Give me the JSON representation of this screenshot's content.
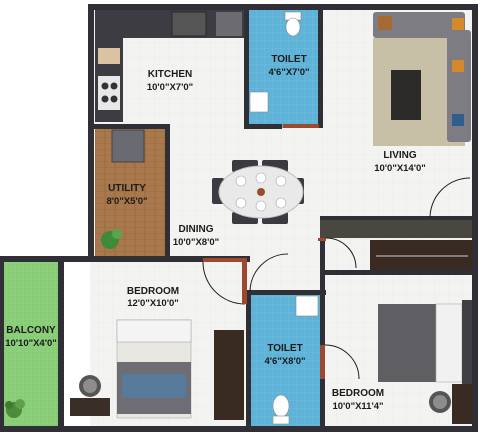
{
  "rooms": {
    "kitchen": {
      "name": "KITCHEN",
      "size": "10'0\"X7'0\""
    },
    "toilet_1": {
      "name": "TOILET",
      "size": "4'6\"X7'0\""
    },
    "living": {
      "name": "LIVING",
      "size": "10'0\"X14'0\""
    },
    "utility": {
      "name": "UTILITY",
      "size": "8'0\"X5'0\""
    },
    "dining": {
      "name": "DINING",
      "size": "10'0\"X8'0\""
    },
    "bedroom_1": {
      "name": "BEDROOM",
      "size": "12'0\"X10'0\""
    },
    "balcony": {
      "name": "BALCONY",
      "size": "10'10\"X4'0\""
    },
    "toilet_2": {
      "name": "TOILET",
      "size": "4'6\"X8'0\""
    },
    "bedroom_2": {
      "name": "BEDROOM",
      "size": "10'0\"X11'4\""
    }
  },
  "colors": {
    "wall": "#2f2f35",
    "floor": "#f1f1ef",
    "toilet_tile": "#5fb3d8",
    "utility_wood": "#a9784c",
    "balcony_grass": "#8ccf7a",
    "living_rug": "#c8c0a6",
    "sofa": "#7c7c82",
    "door": "#9b4a2f"
  }
}
